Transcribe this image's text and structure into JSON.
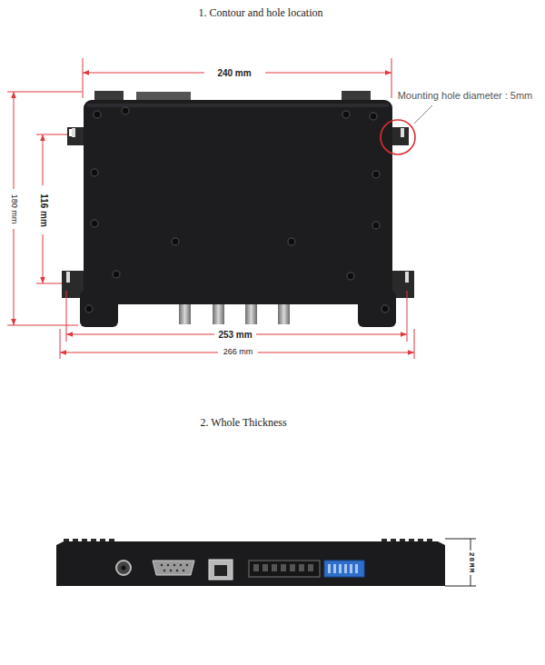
{
  "diagram": {
    "labels": [
      "1. Contour and hole location",
      "240 mm",
      "Mounting hole diameter : 5mm",
      "180 mm",
      "116 mm",
      "253 mm",
      "266 mm",
      "2. Whole Thickness",
      "28MM"
    ]
  }
}
